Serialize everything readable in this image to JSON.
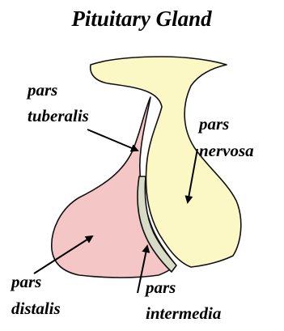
{
  "title": "Pituitary Gland",
  "colors": {
    "pars_distalis": "#f5c6c6",
    "pars_nervosa": "#fbf8c6",
    "pars_intermedia": "#d8dcc6",
    "outline": "#111111",
    "text": "#000000"
  },
  "labels": {
    "pars_tuberalis": {
      "line1": "pars",
      "line2": "tuberalis"
    },
    "pars_nervosa": {
      "line1": "pars",
      "line2": "nervosa"
    },
    "pars_distalis": {
      "line1": "pars",
      "line2": "distalis"
    },
    "pars_intermedia": {
      "line1": "pars",
      "line2": "intermedia"
    }
  }
}
